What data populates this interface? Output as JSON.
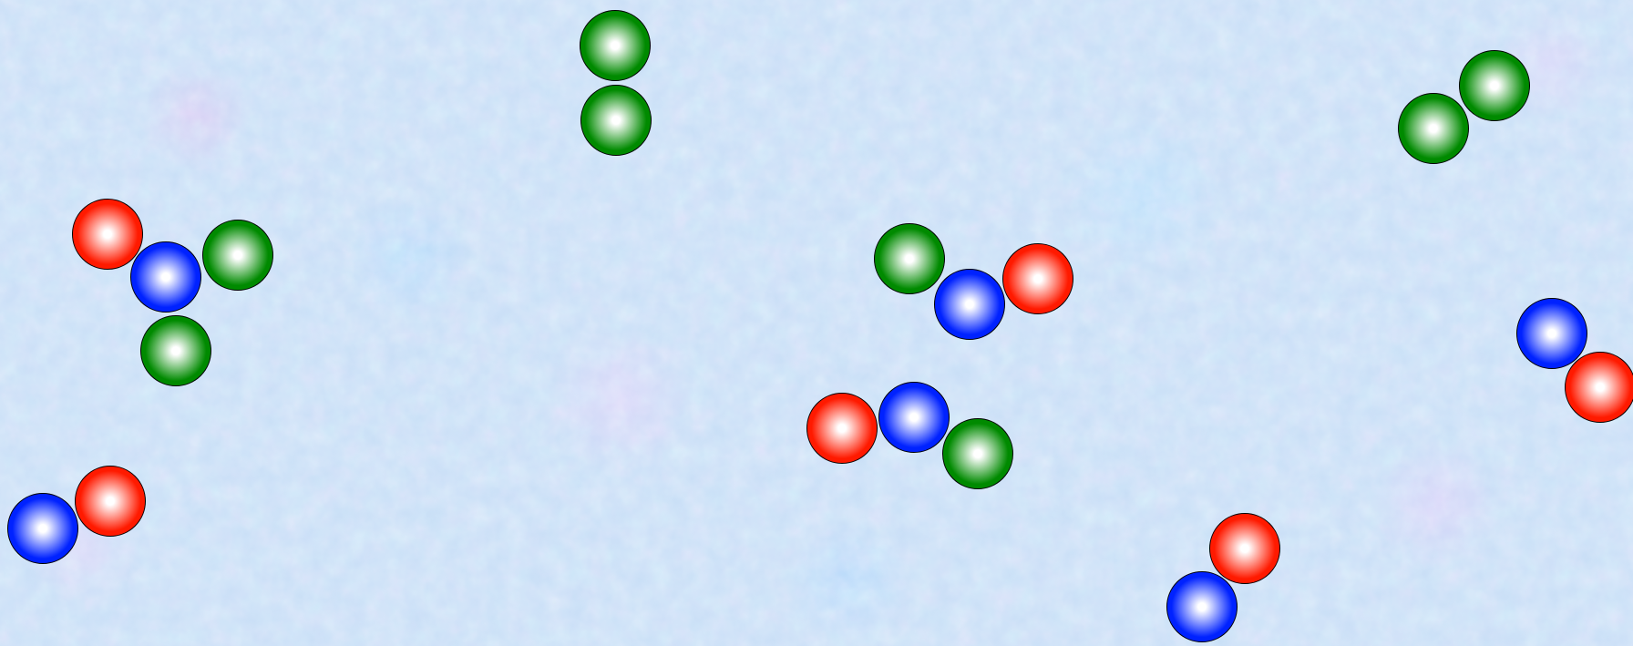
{
  "colors": {
    "red": "#ff1a00",
    "blue": "#0022ff",
    "green": "#008a00",
    "background": "#c8def6"
  },
  "molecules": [
    {
      "name": "top-green-pair",
      "atoms": [
        "green",
        "green"
      ]
    },
    {
      "name": "top-right-green-pair",
      "atoms": [
        "green",
        "green"
      ]
    },
    {
      "name": "left-cluster",
      "atoms": [
        "red",
        "blue",
        "green",
        "green"
      ]
    },
    {
      "name": "center-cluster",
      "atoms": [
        "green",
        "blue",
        "red"
      ]
    },
    {
      "name": "right-edge-pair",
      "atoms": [
        "blue",
        "red"
      ]
    },
    {
      "name": "center-lower-cluster",
      "atoms": [
        "red",
        "blue",
        "green"
      ]
    },
    {
      "name": "bottom-left-pair",
      "atoms": [
        "blue",
        "red"
      ]
    },
    {
      "name": "bottom-center-pair",
      "atoms": [
        "red",
        "blue"
      ]
    }
  ]
}
